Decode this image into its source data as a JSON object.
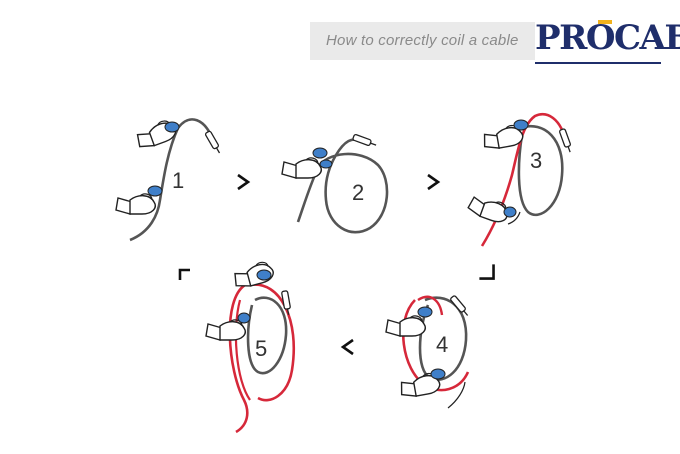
{
  "header": {
    "title": "How to correctly coil a cable",
    "logo_text": "PROCAB"
  },
  "steps": [
    {
      "number": "1"
    },
    {
      "number": "2"
    },
    {
      "number": "3"
    },
    {
      "number": "4"
    },
    {
      "number": "5"
    }
  ],
  "colors": {
    "cable_gray": "#555555",
    "cable_red": "#d6283a",
    "glove_blue": "#3f7fc9",
    "logo_navy": "#1f2e6b",
    "logo_accent": "#f2b21b",
    "header_bg": "#eaeaea"
  }
}
